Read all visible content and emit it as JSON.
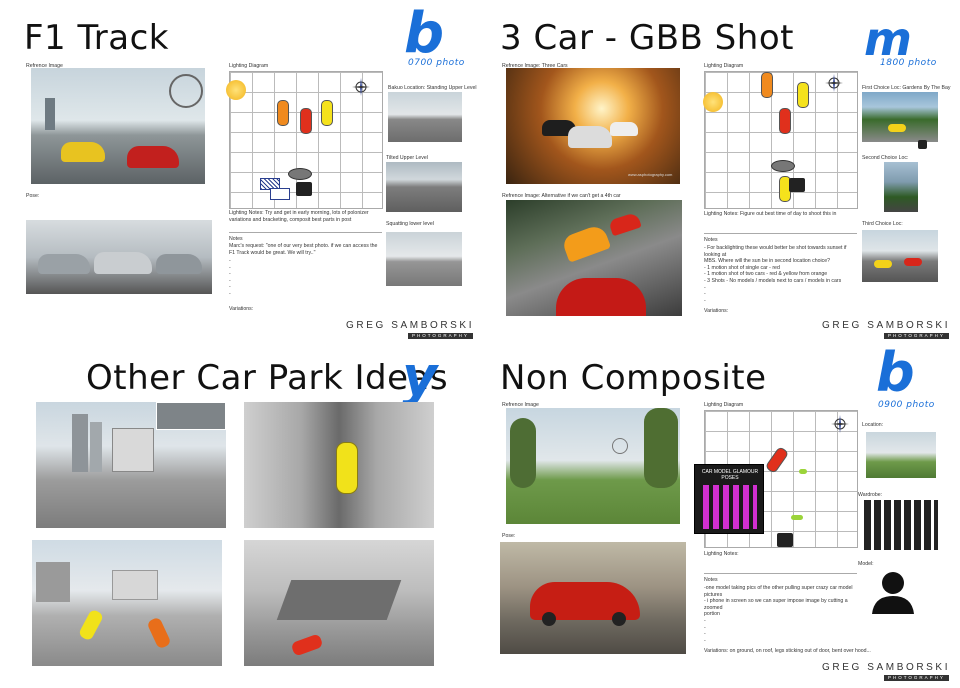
{
  "quadrants": {
    "f1": {
      "title": "F1 Track",
      "logo_letter": "b",
      "logo_sub": "0700 photo",
      "reference_label": "Refrence Image",
      "pose_label": "Pose:",
      "diagram_label": "Lighting Diagram",
      "loc1": "Bakuo Location: Standing Upper Level",
      "loc2": "Tilted Upper Level",
      "loc3": "Squatting lower level",
      "lighting_notes": "Lighting Notes: Try and get in early morning, lots of polonizer variations and bracketing, composit best parts in post",
      "notes_label": "Notes",
      "notes_text": "Marc's request: \"one of our very best photo. if we can access the F1 Track would be great. We will try..\"",
      "bullets": [
        "-",
        "-",
        "-",
        "-",
        "-",
        "-"
      ],
      "variations": "Variations:"
    },
    "gbb": {
      "title": "3 Car - GBB Shot",
      "logo_letter": "m",
      "logo_sub": "1800 photo",
      "reference_label": "Refrence Image: Three Cars",
      "alt_label": "Refrence Image: Alternative if we can't get a 4th car",
      "diagram_label": "Lighting Diagram",
      "loc1": "First Choice Loc: Gardens By The Bay",
      "loc2": "Second Choice Loc:",
      "loc3": "Third Choice Loc:",
      "lighting_notes": "Lighting Notes: Figure out best time of day to shoot this in",
      "notes_label": "Notes",
      "notes_lines": [
        "- For backlighting these would better be shot towards sunset if looking at",
        "MBS.  Where will the sun be in second location choice?",
        "- 1 motion shot of single car - red",
        "- 1 motion shot of two cars - red & yellow from orange",
        "- 3 Shots - No models / models next to cars / models in cars",
        "-",
        "-",
        "-"
      ],
      "variations": "Variations:",
      "photo_watermark": "www.asphotography.com"
    },
    "carpark": {
      "title": "Other Car Park Ideas",
      "logo_letter": "y"
    },
    "noncomp": {
      "title": "Non Composite",
      "logo_letter": "b",
      "logo_sub": "0900 photo",
      "reference_label": "Refrence Image",
      "pose_label": "Pose:",
      "diagram_label": "Lighting Diagram",
      "location": "Location:",
      "wardrobe": "Wardrobe:",
      "model": "Model:",
      "poster_title": "CAR MODEL GLAMOUR POSES",
      "lighting_notes": "Lighting Notes:",
      "notes_label": "Notes",
      "notes_lines": [
        "-one model taking pics of the other pulling super crazy car model",
        "pictures",
        "- i phone in screen so we can super impose image by cutting a zoomed",
        "portion",
        "-",
        "-",
        "-",
        "-"
      ],
      "variations": "Variations: on ground, on roof, legs sticking out of door, bent over hood..."
    }
  },
  "signature": {
    "name": "GREG SAMBORSKI",
    "sub": "PHOTOGRAPHY"
  },
  "colors": {
    "logo_blue": "#1a6fd8",
    "car_red": "#e0301c",
    "car_yellow": "#f5e21c",
    "car_orange": "#f08a1e",
    "poster_magenta": "#d12fd0"
  }
}
